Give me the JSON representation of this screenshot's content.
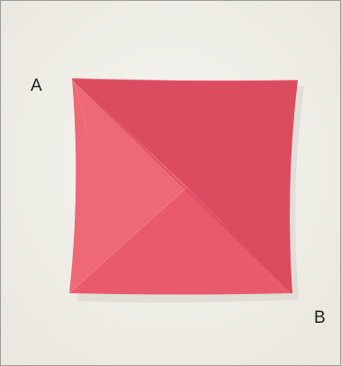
{
  "labels": {
    "corner_a": "A",
    "corner_b": "B"
  },
  "colors": {
    "paper_face": "#e8586a",
    "paper_shadow": "#d84a5e",
    "paper_highlight": "#f07080",
    "background": "#f1f0ea"
  },
  "subject": {
    "icon": "folded-paper-square"
  }
}
